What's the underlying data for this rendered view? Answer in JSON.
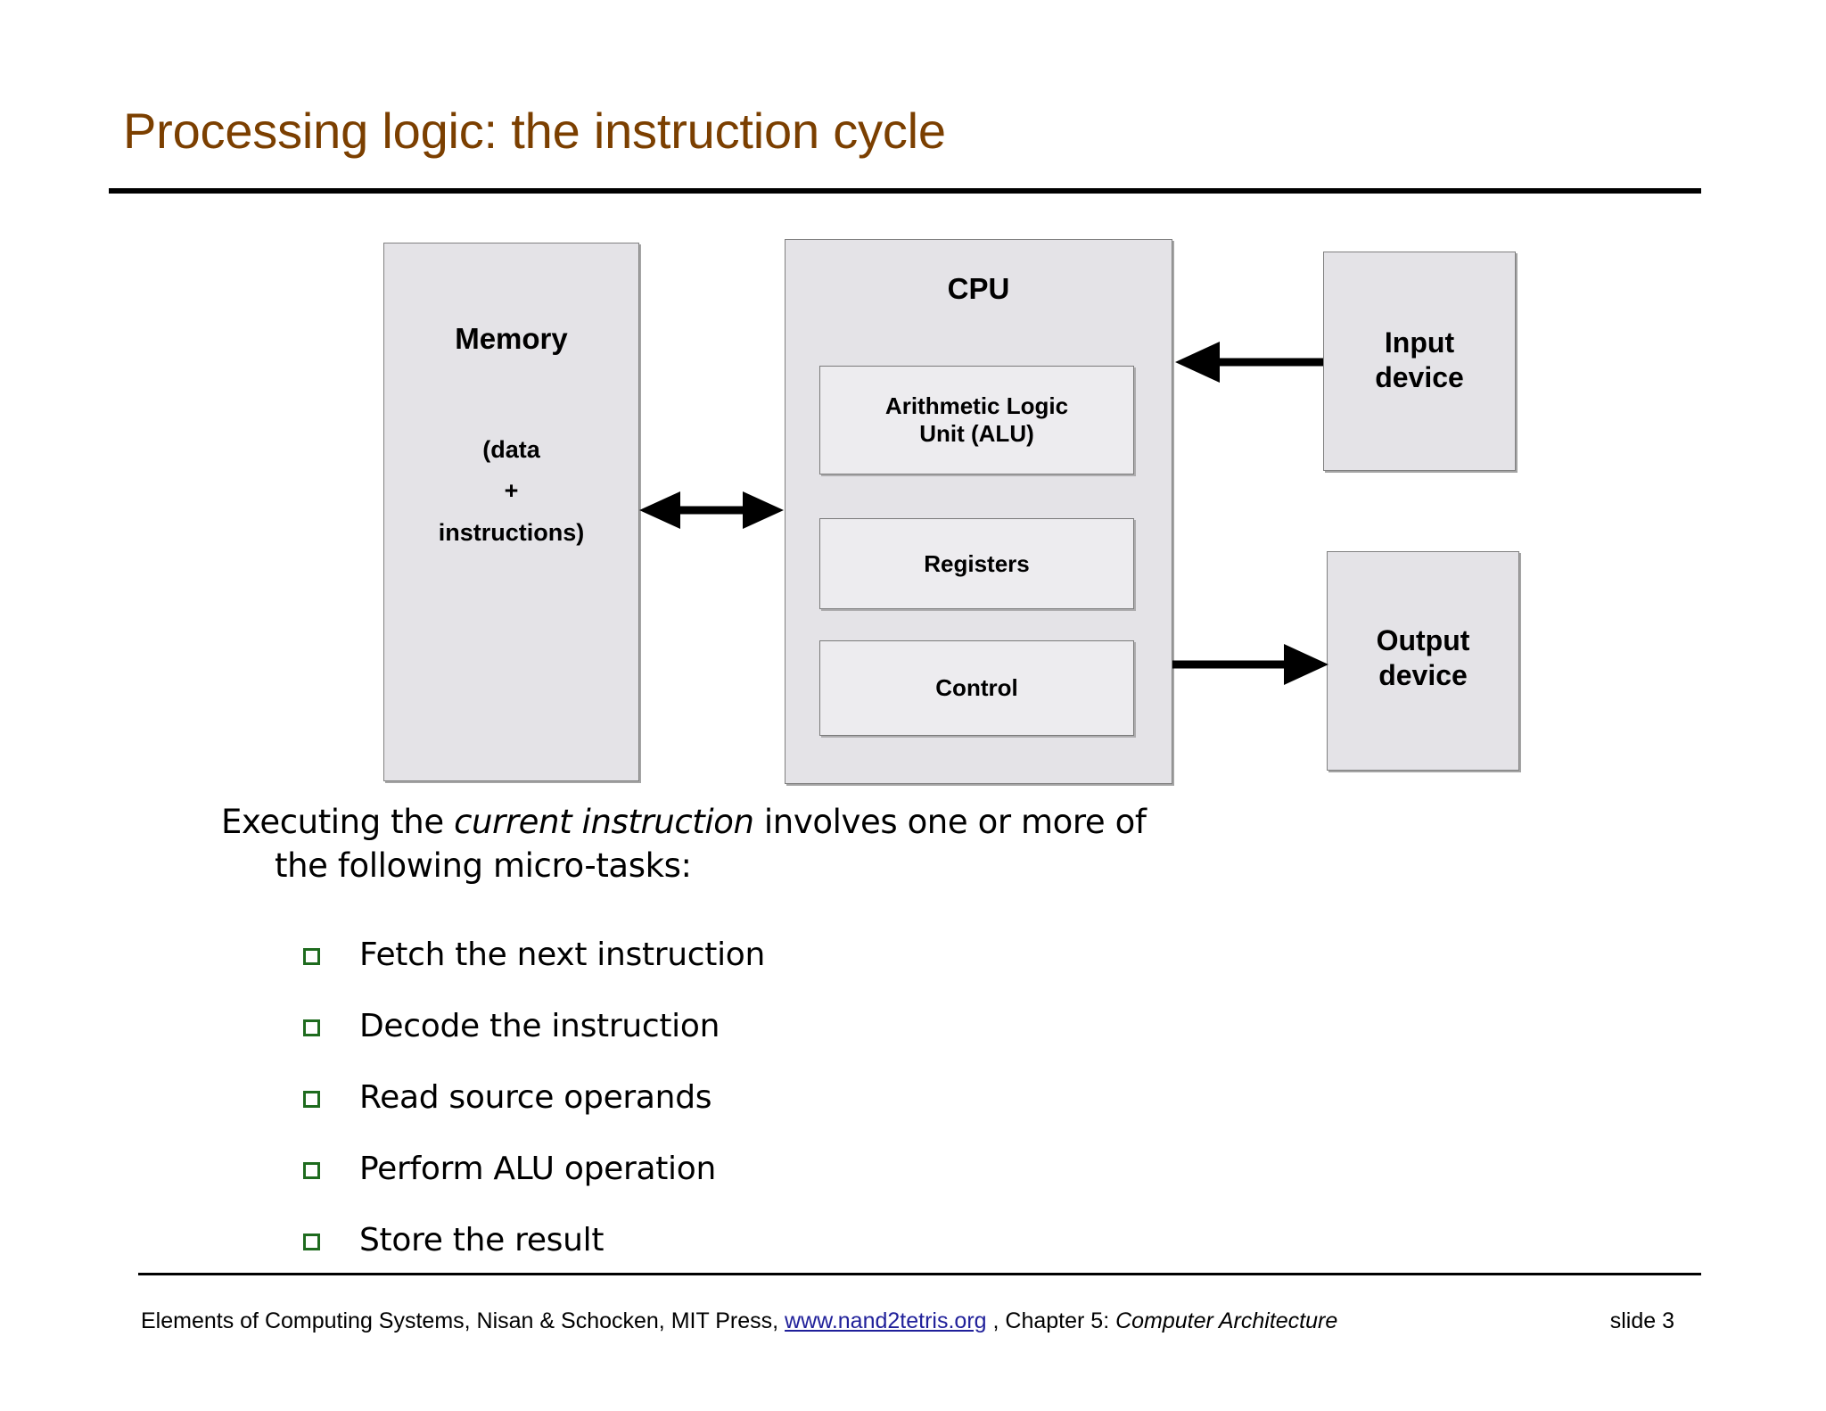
{
  "slide": {
    "title": "Processing logic: the instruction cycle",
    "title_color": "#7B3F00",
    "background": "#ffffff"
  },
  "diagram": {
    "memory": {
      "title": "Memory",
      "sub_line1": "(data",
      "sub_line2": "+",
      "sub_line3": "instructions)",
      "fill": "#E4E3E7",
      "border": "#808080"
    },
    "cpu": {
      "title": "CPU",
      "fill": "#E4E3E7",
      "border": "#808080",
      "units": [
        {
          "name": "alu",
          "line1": "Arithmetic Logic",
          "line2": "Unit (ALU)"
        },
        {
          "name": "registers",
          "line1": "Registers",
          "line2": ""
        },
        {
          "name": "control",
          "line1": "Control",
          "line2": ""
        }
      ]
    },
    "input_device": {
      "line1": "Input",
      "line2": "device"
    },
    "output_device": {
      "line1": "Output",
      "line2": "device"
    },
    "arrows": [
      {
        "name": "memory-cpu-bus",
        "direction": "bidirectional",
        "from": "Memory",
        "to": "CPU"
      },
      {
        "name": "input-to-cpu",
        "direction": "left",
        "from": "Input device",
        "to": "CPU"
      },
      {
        "name": "cpu-to-output",
        "direction": "right",
        "from": "CPU",
        "to": "Output device"
      }
    ]
  },
  "body": {
    "intro_part1": "Executing the ",
    "intro_emphasis": "current instruction",
    "intro_part2": " involves one or more of",
    "intro_line2": "the following micro-tasks:",
    "bullet_color": "#1E6B1E",
    "tasks": [
      "Fetch the next instruction",
      "Decode the instruction",
      "Read source operands",
      "Perform ALU operation",
      "Store the result"
    ]
  },
  "footer": {
    "text_before_link": "Elements of Computing Systems, Nisan & Schocken, MIT Press, ",
    "link_text": "www.nand2tetris.org",
    "text_after_link": " , Chapter 5: ",
    "chapter_title_italic": "Computer Architecture",
    "slide_number": "slide 3",
    "link_color": "#20209A"
  }
}
